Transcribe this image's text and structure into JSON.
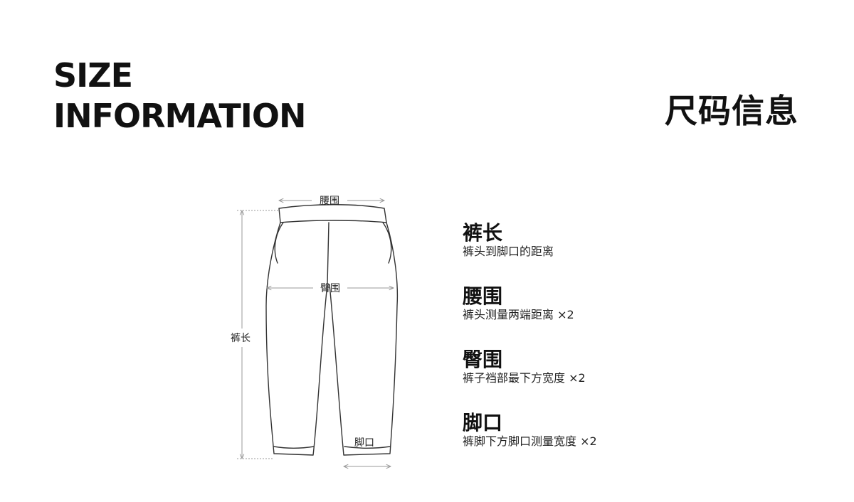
{
  "header": {
    "title_en_line1": "SIZE",
    "title_en_line2": "INFORMATION",
    "title_cn": "尺码信息"
  },
  "diagram": {
    "waist_label": "腰围",
    "hip_label": "臀围",
    "length_label": "裤长",
    "hem_label": "脚口"
  },
  "legend": {
    "items": [
      {
        "title": "裤长",
        "desc": "裤头到脚口的距离"
      },
      {
        "title": "腰围",
        "desc": "裤头测量两端距离 ×2"
      },
      {
        "title": "臀围",
        "desc": "裤子裆部最下方宽度 ×2"
      },
      {
        "title": "脚口",
        "desc": "裤脚下方脚口测量宽度 ×2"
      }
    ]
  },
  "colors": {
    "text": "#111111",
    "outline": "#333333",
    "dimension_line": "#9a9a9a"
  }
}
